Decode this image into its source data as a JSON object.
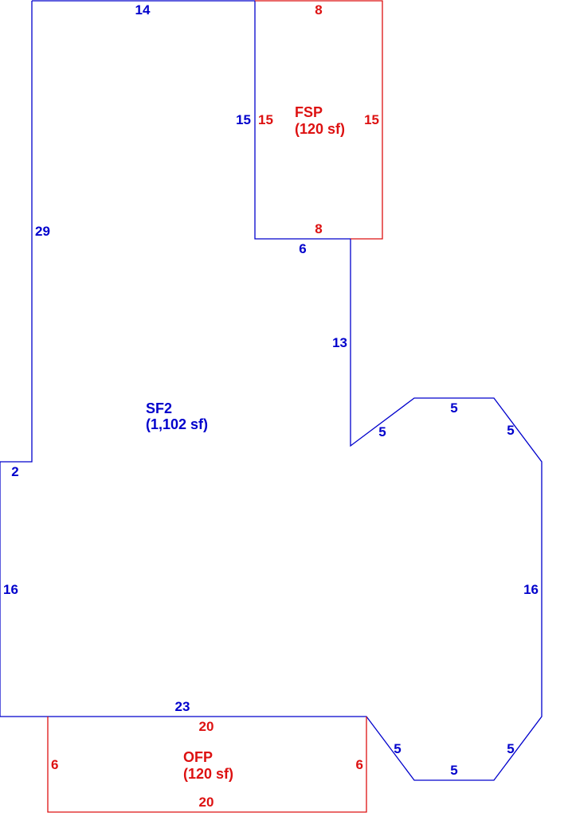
{
  "colors": {
    "main": "#0000cc",
    "addition": "#dd1111",
    "background": "#ffffff"
  },
  "areas": {
    "sf2": {
      "code": "SF2",
      "size": "(1,102 sf)"
    },
    "fsp": {
      "code": "FSP",
      "size": "(120 sf)"
    },
    "ofp": {
      "code": "OFP",
      "size": "(120 sf)"
    }
  },
  "dimensions": {
    "sf2": {
      "top": "14",
      "left_upper": "29",
      "step_left": "2",
      "left_lower": "16",
      "bottom": "23",
      "inner_left": "15",
      "inner_bottom": "6",
      "inner_right": "13",
      "notch_diagonal": "5",
      "upper_flat": "5",
      "upper_right_diagonal": "5",
      "right": "16",
      "lower_right_diagonal": "5",
      "lower_flat": "5",
      "lower_left_diagonal": "5"
    },
    "fsp": {
      "top": "8",
      "left": "15",
      "right": "15",
      "bottom": "8"
    },
    "ofp": {
      "top": "20",
      "left": "6",
      "right": "6",
      "bottom": "20"
    }
  }
}
